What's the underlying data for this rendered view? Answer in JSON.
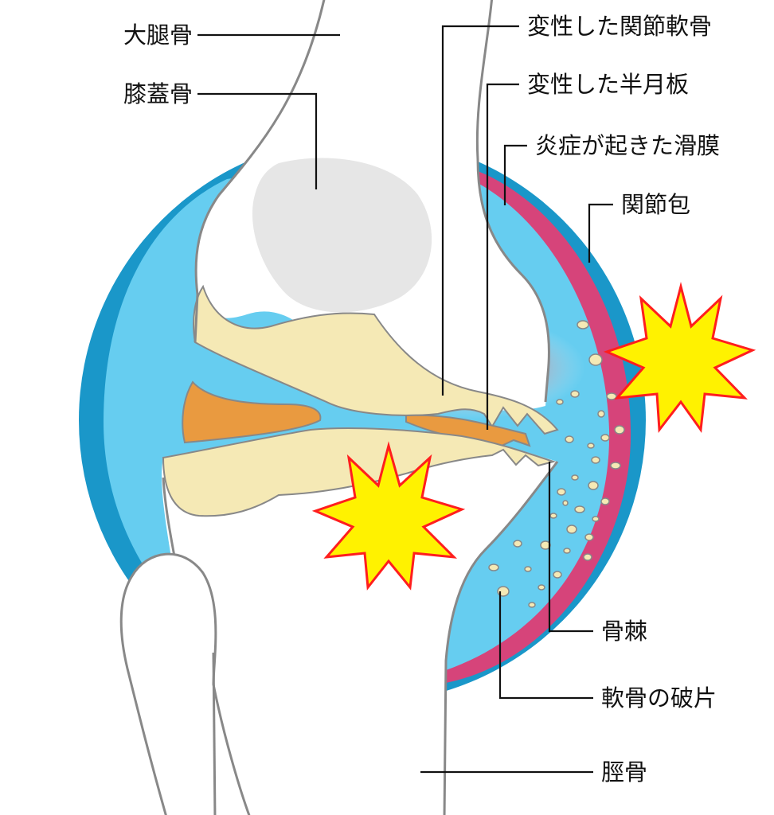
{
  "labels": {
    "femur": "大腿骨",
    "patella": "膝蓋骨",
    "degenerated_cartilage": "変性した関節軟骨",
    "degenerated_meniscus": "変性した半月板",
    "inflamed_synovium": "炎症が起きた滑膜",
    "joint_capsule": "関節包",
    "osteophyte": "骨棘",
    "cartilage_fragments": "軟骨の破片",
    "tibia": "脛骨"
  },
  "colors": {
    "joint_capsule": "#1a97c9",
    "synovial_fluid": "#66cdf0",
    "inflamed_synovium": "#d6447a",
    "cartilage": "#f5e9b5",
    "meniscus": "#e99a40",
    "patella": "#e6e6e6",
    "bone": "#ffffff",
    "bone_outline": "#888888",
    "pain_burst_fill": "#fff200",
    "pain_burst_stroke": "#ff1e1e",
    "inflammation_glow": "#ff6464"
  }
}
